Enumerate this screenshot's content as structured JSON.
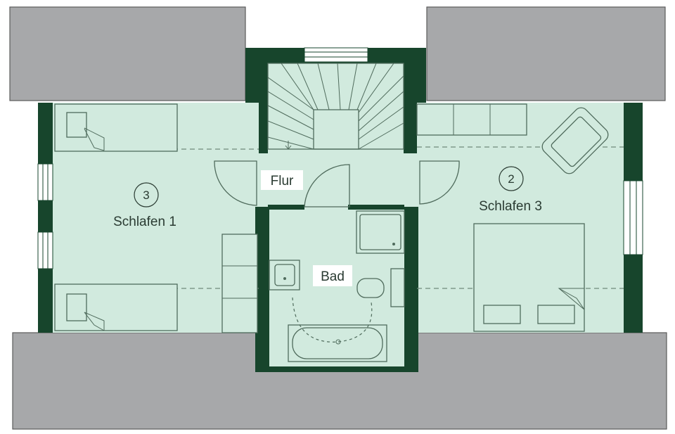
{
  "rooms": {
    "schlafen1": {
      "label": "Schlafen 1",
      "number": "3"
    },
    "schlafen3": {
      "label": "Schlafen 3",
      "number": "2"
    },
    "flur": {
      "label": "Flur"
    },
    "bad": {
      "label": "Bad"
    }
  },
  "colors": {
    "wall": "#17452c",
    "floor": "#d1eade",
    "roof": "#a7a8aa",
    "line": "#4f6b5c"
  }
}
